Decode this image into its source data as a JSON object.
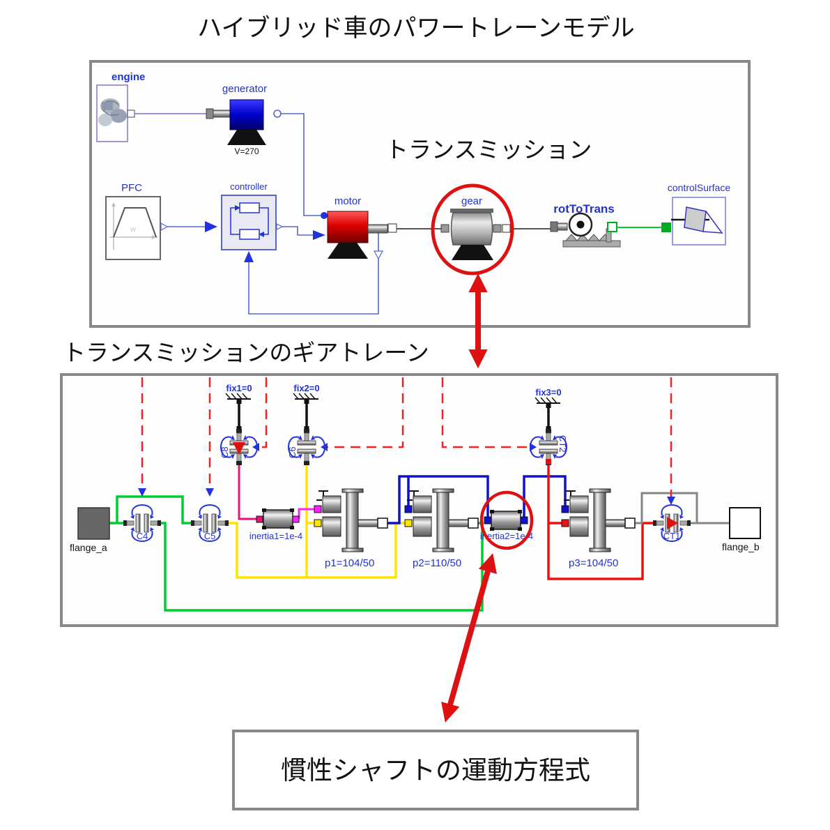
{
  "page": {
    "title": "ハイブリッド車のパワートレーンモデル",
    "transmission_callout": "トランスミッション",
    "geartrain_heading": "トランスミッションのギアトレーン",
    "equation_caption": "慣性シャフトの運動方程式"
  },
  "powertrain": {
    "engine_label": "engine",
    "generator_label": "generator",
    "generator_voltage": "V=270",
    "pfc_label": "PFC",
    "pfc_signal": "w",
    "controller_label": "controller",
    "motor_label": "motor",
    "gear_label": "gear",
    "rot_to_trans_label": "rotToTrans",
    "control_surface_label": "controlSurface"
  },
  "geartrain": {
    "flange_a_label": "flange_a",
    "flange_b_label": "flange_b",
    "c4_label": "C4",
    "c5_label": "C5",
    "c8_label": "C8",
    "c6_label": "C6",
    "ct1_label": "CT1",
    "ct2_label": "CT2",
    "fix1_label": "fix1=0",
    "fix2_label": "fix2=0",
    "fix3_label": "fix3=0",
    "inertia1_label": "inertia1=1e-4",
    "inertia2_label": "inertia2=1e-4",
    "p1_label": "p1=104/50",
    "p2_label": "p2=110/50",
    "p3_label": "p3=104/50"
  },
  "colors": {
    "annotation_red": "#dd1111",
    "label_blue": "#2233cc",
    "line_green": "#00cc33",
    "line_yellow": "#ffe400",
    "line_magenta": "#ff22ff",
    "line_pink": "#e8127a",
    "line_blue": "#1111cc",
    "line_red": "#ee1111",
    "line_gray": "#858585",
    "box_border_gray": "#888888"
  }
}
